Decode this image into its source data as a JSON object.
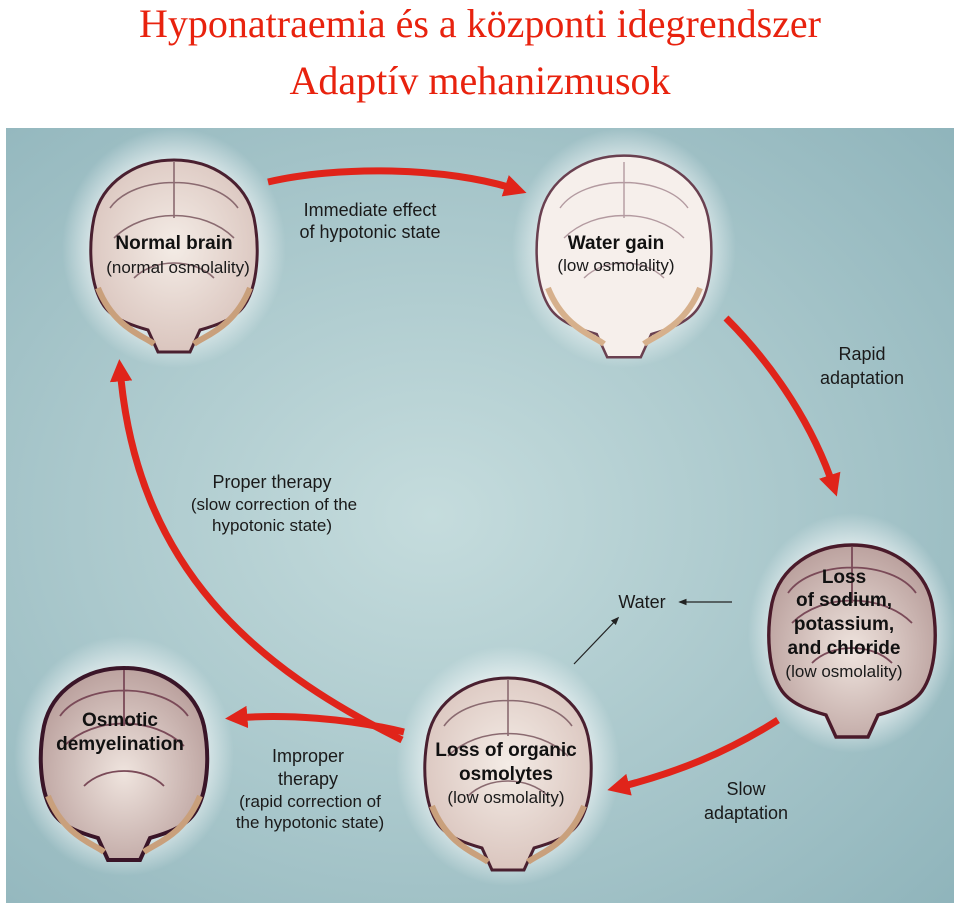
{
  "title_line1": "Hyponatraemia és a központi idegrendszer",
  "title_line2": "Adaptív mehanizmusok",
  "colors": {
    "title": "#e8220e",
    "arrow": "#e0241a",
    "background": "#a9c9cd"
  },
  "brains": {
    "normal": {
      "line1": "Normal brain",
      "sub": "(normal osmolality)"
    },
    "water_gain": {
      "line1": "Water gain",
      "sub": "(low osmolality)"
    },
    "loss_ions": {
      "line1": "Loss",
      "line2": "of sodium,",
      "line3": "potassium,",
      "line4": "and chloride",
      "sub": "(low osmolality)"
    },
    "loss_organic": {
      "line1": "Loss of organic",
      "line2": "osmolytes",
      "sub": "(low osmolality)"
    },
    "demyelination": {
      "line1": "Osmotic",
      "line2": "demyelination"
    }
  },
  "arrows": {
    "immediate": {
      "line1": "Immediate effect",
      "line2": "of hypotonic state"
    },
    "rapid": {
      "line1": "Rapid",
      "line2": "adaptation"
    },
    "slow": {
      "line1": "Slow",
      "line2": "adaptation"
    },
    "proper": {
      "line1": "Proper therapy",
      "line2": "(slow correction of the",
      "line3": "hypotonic state)"
    },
    "improper": {
      "line1": "Improper",
      "line2": "therapy",
      "line3": "(rapid correction of",
      "line4": "the hypotonic state)"
    },
    "water": "Water"
  }
}
